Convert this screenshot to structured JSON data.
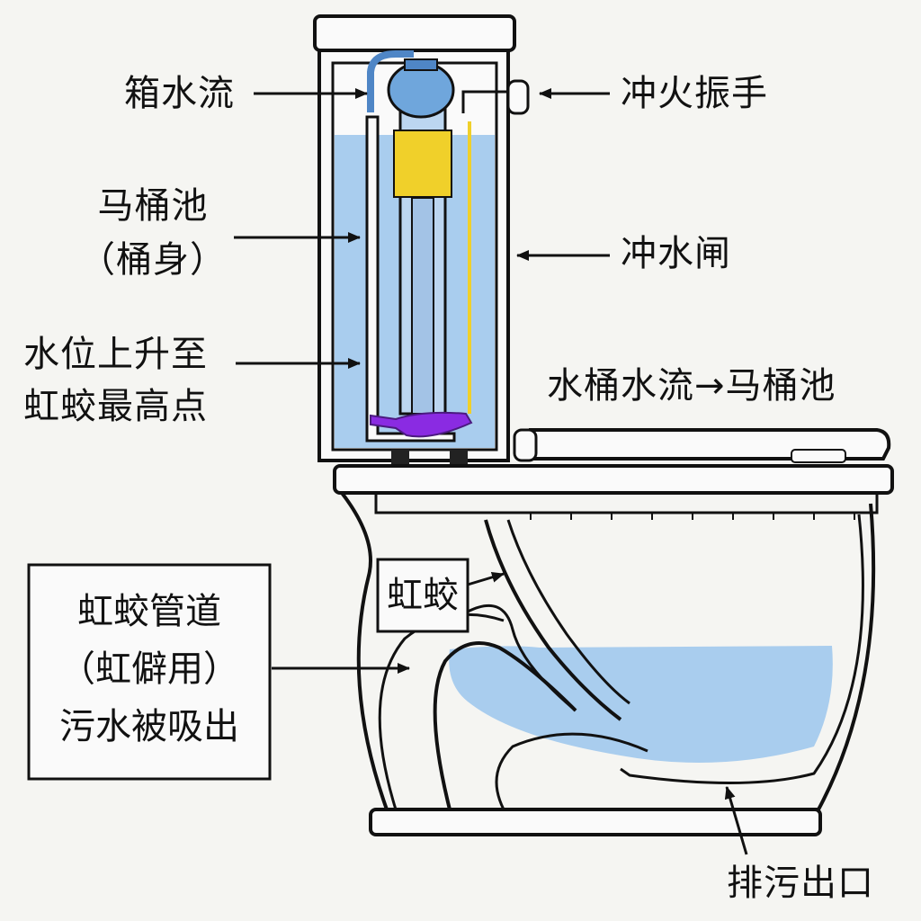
{
  "labels": {
    "tank_flow": "箱水流",
    "flush_handle": "冲火振手",
    "bowl_line1": "马桶池",
    "bowl_line2": "（桶身）",
    "flush_valve": "冲水闸",
    "water_rise_line1": "水位上升至",
    "water_rise_line2": "虹蛟最高点",
    "tank_to_bowl": "水桶水流→马桶池",
    "siphon": "虹蛟",
    "siphon_pipe_line1": "虹蛟管道",
    "siphon_pipe_line2": "（虹僻用）",
    "siphon_pipe_line3": "污水被吸出",
    "drain_outlet": "排污出口"
  },
  "colors": {
    "water": "#a9cdee",
    "float": "#6fa6dc",
    "flapper": "#8a2be2",
    "refill_tube": "#f0d02a",
    "outline": "#111111",
    "background": "#f5f5f2"
  }
}
